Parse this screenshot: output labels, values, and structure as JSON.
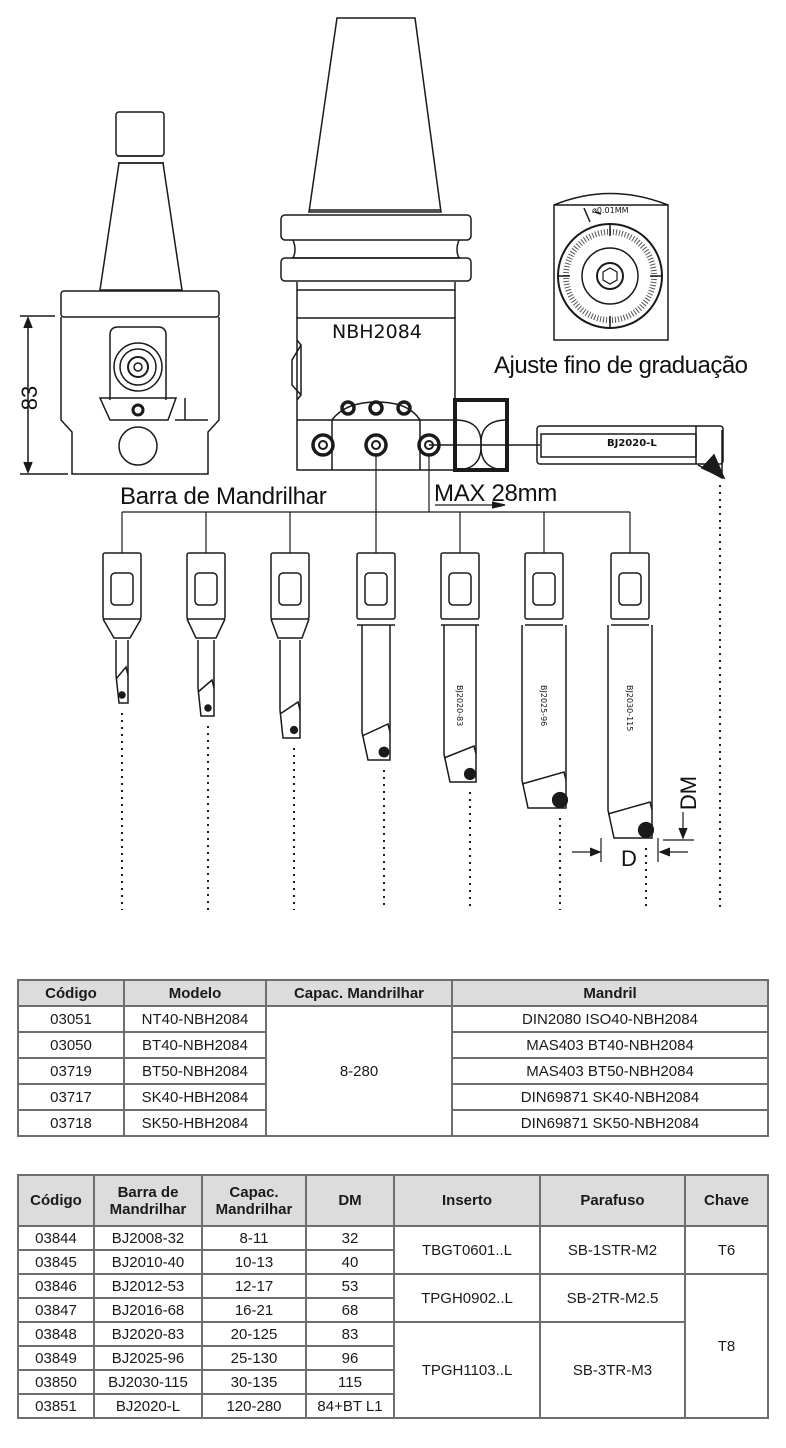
{
  "diagram": {
    "title_model": "NBH2084",
    "dimension_height": "83",
    "label_boring_bars": "Barra de Mandrilhar",
    "label_max": "MAX 28mm",
    "label_fine_adjust": "Ajuste fino de graduação",
    "dial_graduation": "ø0.01MM",
    "long_bar_label": "BJ2020-L",
    "dimension_d": "D",
    "dimension_dm": "DM",
    "bar_labels": [
      "",
      "",
      "",
      "",
      "BJ2020-83",
      "BJ2025-96",
      "BJ2030-115"
    ]
  },
  "table_chuck": {
    "headers": [
      "Código",
      "Modelo",
      "Capac. Mandrilhar",
      "Mandril"
    ],
    "rows": [
      {
        "codigo": "03051",
        "modelo": "NT40-NBH2084",
        "mandril": "DIN2080 ISO40-NBH2084"
      },
      {
        "codigo": "03050",
        "modelo": "BT40-NBH2084",
        "mandril": "MAS403 BT40-NBH2084"
      },
      {
        "codigo": "03719",
        "modelo": "BT50-NBH2084",
        "mandril": "MAS403 BT50-NBH2084"
      },
      {
        "codigo": "03717",
        "modelo": "SK40-HBH2084",
        "mandril": "DIN69871 SK40-NBH2084"
      },
      {
        "codigo": "03718",
        "modelo": "SK50-HBH2084",
        "mandril": "DIN69871 SK50-NBH2084"
      }
    ],
    "capacity_shared": "8-280"
  },
  "table_bars": {
    "headers": [
      "Código",
      "Barra de\nMandrilhar",
      "Capac.\nMandrilhar",
      "DM",
      "Inserto",
      "Parafuso",
      "Chave"
    ],
    "rows": [
      {
        "codigo": "03844",
        "barra": "BJ2008-32",
        "capac": "8-11",
        "dm": "32"
      },
      {
        "codigo": "03845",
        "barra": "BJ2010-40",
        "capac": "10-13",
        "dm": "40"
      },
      {
        "codigo": "03846",
        "barra": "BJ2012-53",
        "capac": "12-17",
        "dm": "53"
      },
      {
        "codigo": "03847",
        "barra": "BJ2016-68",
        "capac": "16-21",
        "dm": "68"
      },
      {
        "codigo": "03848",
        "barra": "BJ2020-83",
        "capac": "20-125",
        "dm": "83"
      },
      {
        "codigo": "03849",
        "barra": "BJ2025-96",
        "capac": "25-130",
        "dm": "96"
      },
      {
        "codigo": "03850",
        "barra": "BJ2030-115",
        "capac": "30-135",
        "dm": "115"
      },
      {
        "codigo": "03851",
        "barra": "BJ2020-L",
        "capac": "120-280",
        "dm": "84+BT L1"
      }
    ],
    "groups": {
      "inserto": [
        "TBGT0601..L",
        "TPGH0902..L",
        "TPGH1103..L"
      ],
      "parafuso": [
        "SB-1STR-M2",
        "SB-2TR-M2.5",
        "SB-3TR-M3"
      ],
      "chave": [
        "T6",
        "T8"
      ]
    }
  }
}
